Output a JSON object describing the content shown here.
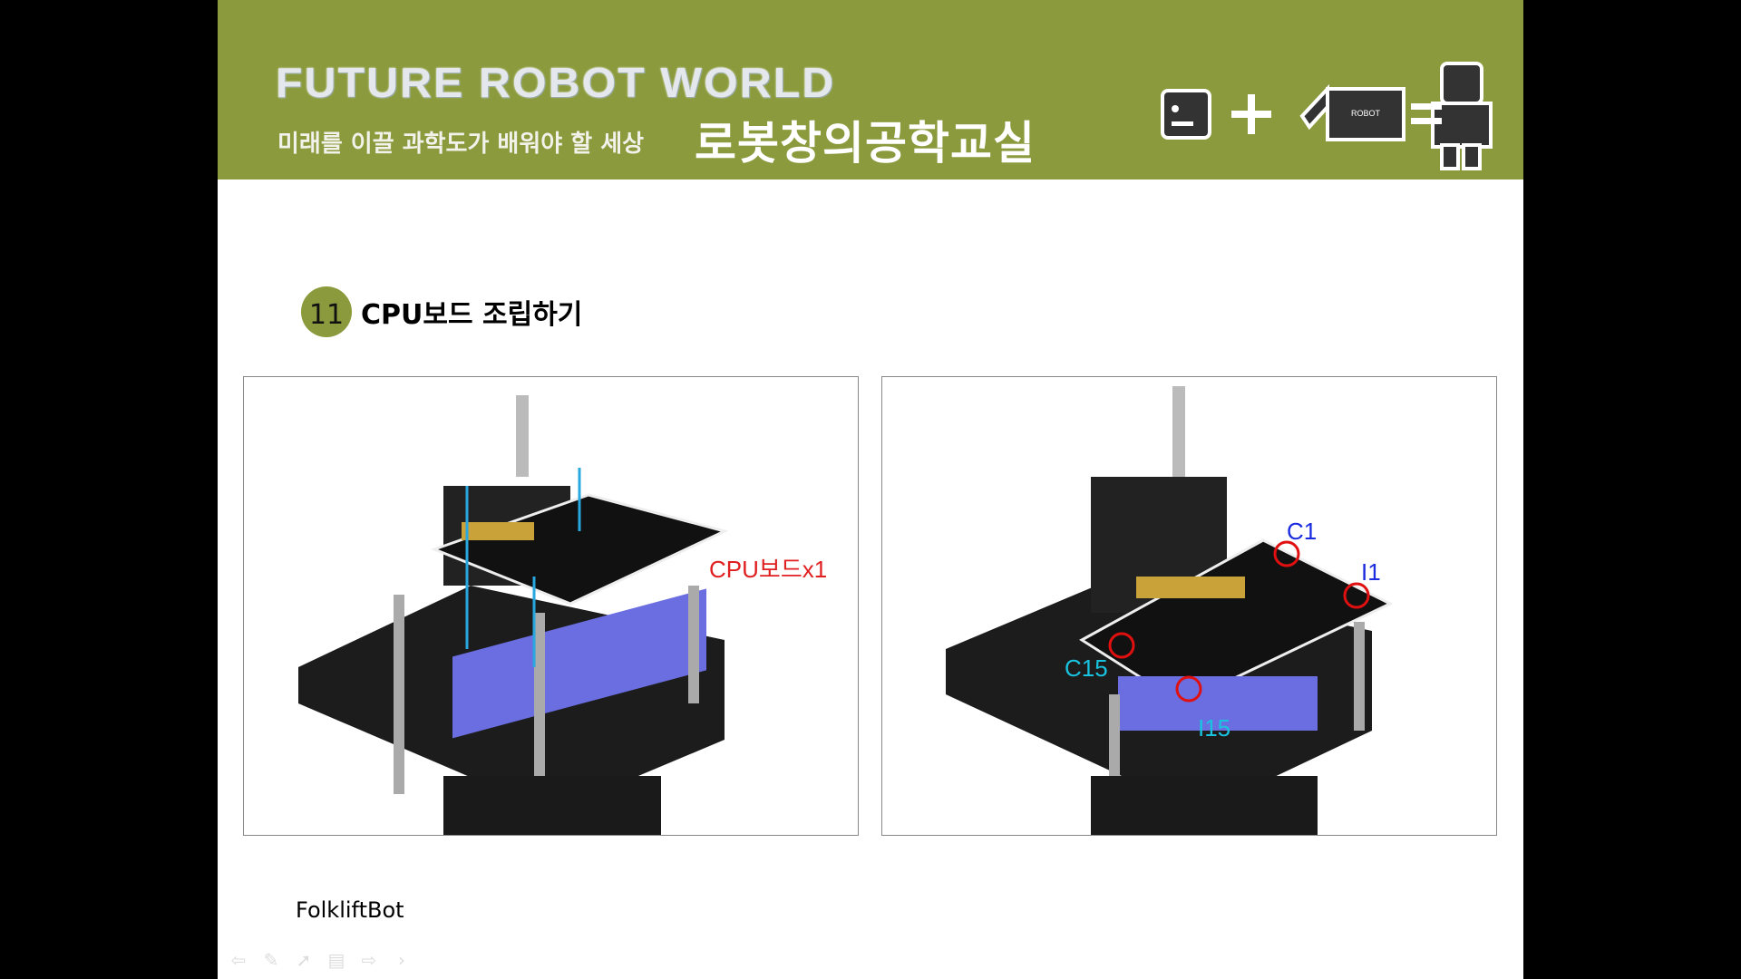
{
  "header": {
    "brand": "FUTURE ROBOT WORLD",
    "tagline": "미래를 이끌 과학도가 배워야 할 세상",
    "class_name": "로봇창의공학교실",
    "logo_text": "ROBOT"
  },
  "step": {
    "number": "11",
    "title": "CPU보드 조립하기"
  },
  "figures": {
    "left": {
      "label": "CPU보드x1"
    },
    "right": {
      "labels": {
        "c1": "C1",
        "i1": "I1",
        "c15": "C15",
        "i15": "I15"
      }
    }
  },
  "footer": {
    "text": "FolkliftBot"
  },
  "colors": {
    "header": "#8a9a3c",
    "badge": "#8a9a3c",
    "label_red": "#e02020",
    "label_blue": "#1a2be0",
    "label_cyan": "#19c3e0"
  }
}
